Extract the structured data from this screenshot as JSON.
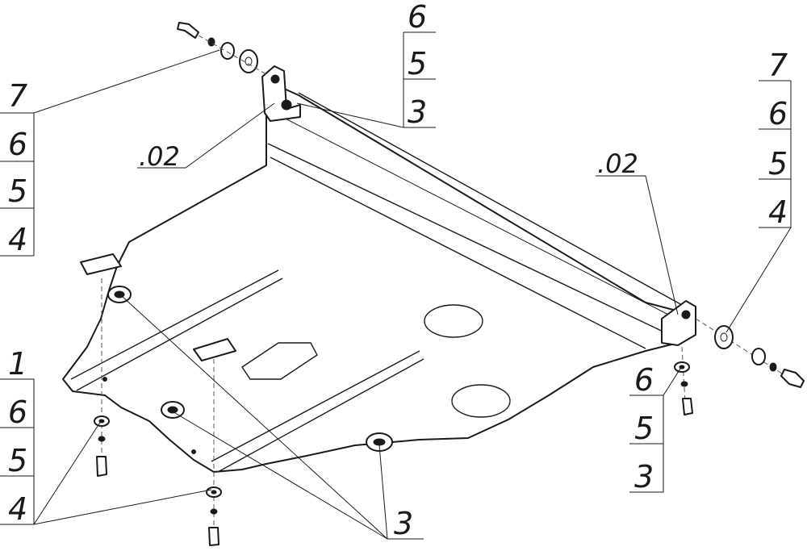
{
  "callouts": {
    "top_left_stack": [
      "7",
      "6",
      "5",
      "4"
    ],
    "top_center_stack": [
      "6",
      "5",
      "3"
    ],
    "top_right_stack": [
      "7",
      "6",
      "5",
      "4"
    ],
    "left_bracket_ref": ".02",
    "right_bracket_ref": ".02",
    "bottom_left_stack": [
      "1",
      "6",
      "5",
      "4"
    ],
    "bottom_right_stack": [
      "6",
      "5",
      "3"
    ],
    "bottom_center_ref": "3"
  }
}
